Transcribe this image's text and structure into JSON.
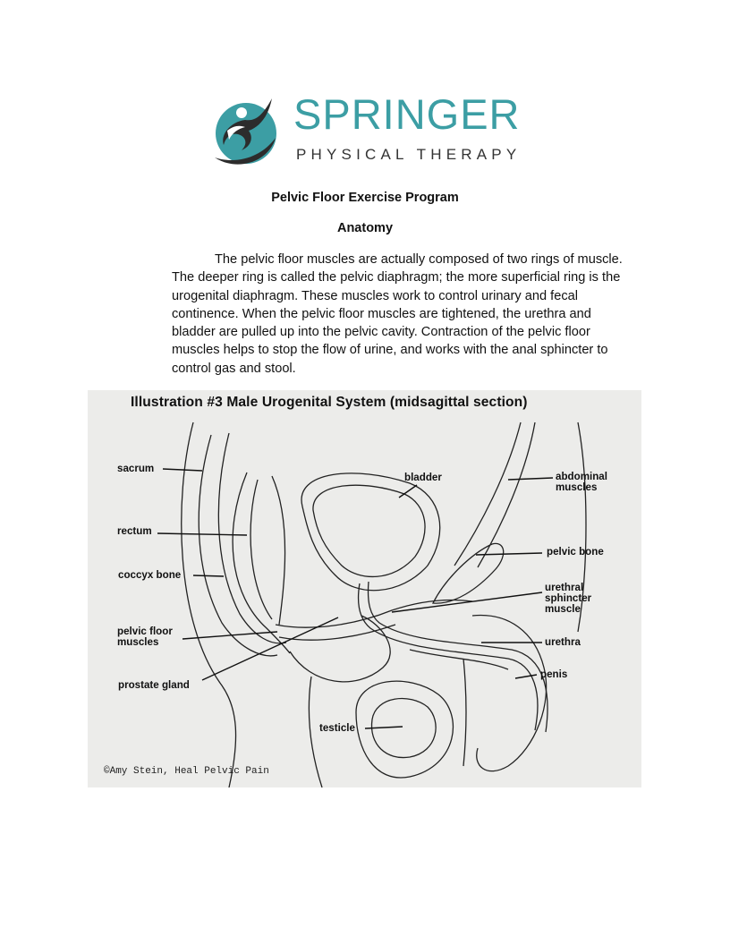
{
  "logo": {
    "brand": "SPRINGER",
    "subtitle": "PHYSICAL THERAPY",
    "colors": {
      "teal": "#3c9ea4",
      "dark": "#2c2c2c"
    }
  },
  "document": {
    "title": "Pelvic Floor Exercise Program",
    "section": "Anatomy",
    "paragraph": "The pelvic floor muscles are actually composed of two rings of muscle. The deeper ring is called the pelvic diaphragm; the more superficial ring is the urogenital diaphragm.   These muscles work to control urinary and fecal continence.   When the pelvic floor muscles are       tightened, the urethra and bladder are pulled up into the pelvic cavity.   Contraction of the pelvic floor muscles helps to stop the flow of urine, and works with the anal sphincter to control gas and stool."
  },
  "illustration": {
    "title": "Illustration #3  Male Urogenital System (midsagittal section)",
    "labels": {
      "sacrum": "sacrum",
      "rectum": "rectum",
      "coccyx": "coccyx bone",
      "pelvic_floor": "pelvic floor\nmuscles",
      "prostate": "prostate gland",
      "bladder": "bladder",
      "abdominal": "abdominal\nmuscles",
      "pelvic_bone": "pelvic bone",
      "urethral_sphincter": "urethral\nsphincter\nmuscle",
      "urethra": "urethra",
      "penis": "penis",
      "testicle": "testicle"
    },
    "credit": "©Amy Stein, Heal Pelvic Pain"
  }
}
